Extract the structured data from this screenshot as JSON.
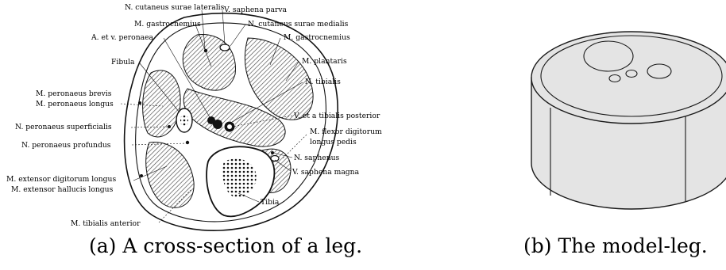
{
  "captions": {
    "a": "(a) A cross-section of a leg.",
    "b": "(b) The model-leg."
  },
  "cross_section": {
    "labels": [
      "N. cutaneus surae lateralis",
      "V. saphena parva",
      "M. gastrocnemius",
      "N. cutaneus surae medialis",
      "A. et v. peronaea",
      "M. gastrocnemius",
      "Fibula",
      "M. plantaris",
      "N. tibialis",
      "M. peronaeus brevis",
      "M. peronaeus longus",
      "V. et a tibialis posterior",
      "N. peronaeus superficialis",
      "M. flexor digitorum",
      "longus pedis",
      "N. peronaeus profundus",
      "N. saphenus",
      "V. saphena magna",
      "M. extensor digitorum longus",
      "M. extensor hallucis longus",
      "Tibia",
      "M. tibialis anterior"
    ]
  },
  "model": {
    "fill_color": "#e4e4e4",
    "stroke_color": "#1a1a1a"
  }
}
